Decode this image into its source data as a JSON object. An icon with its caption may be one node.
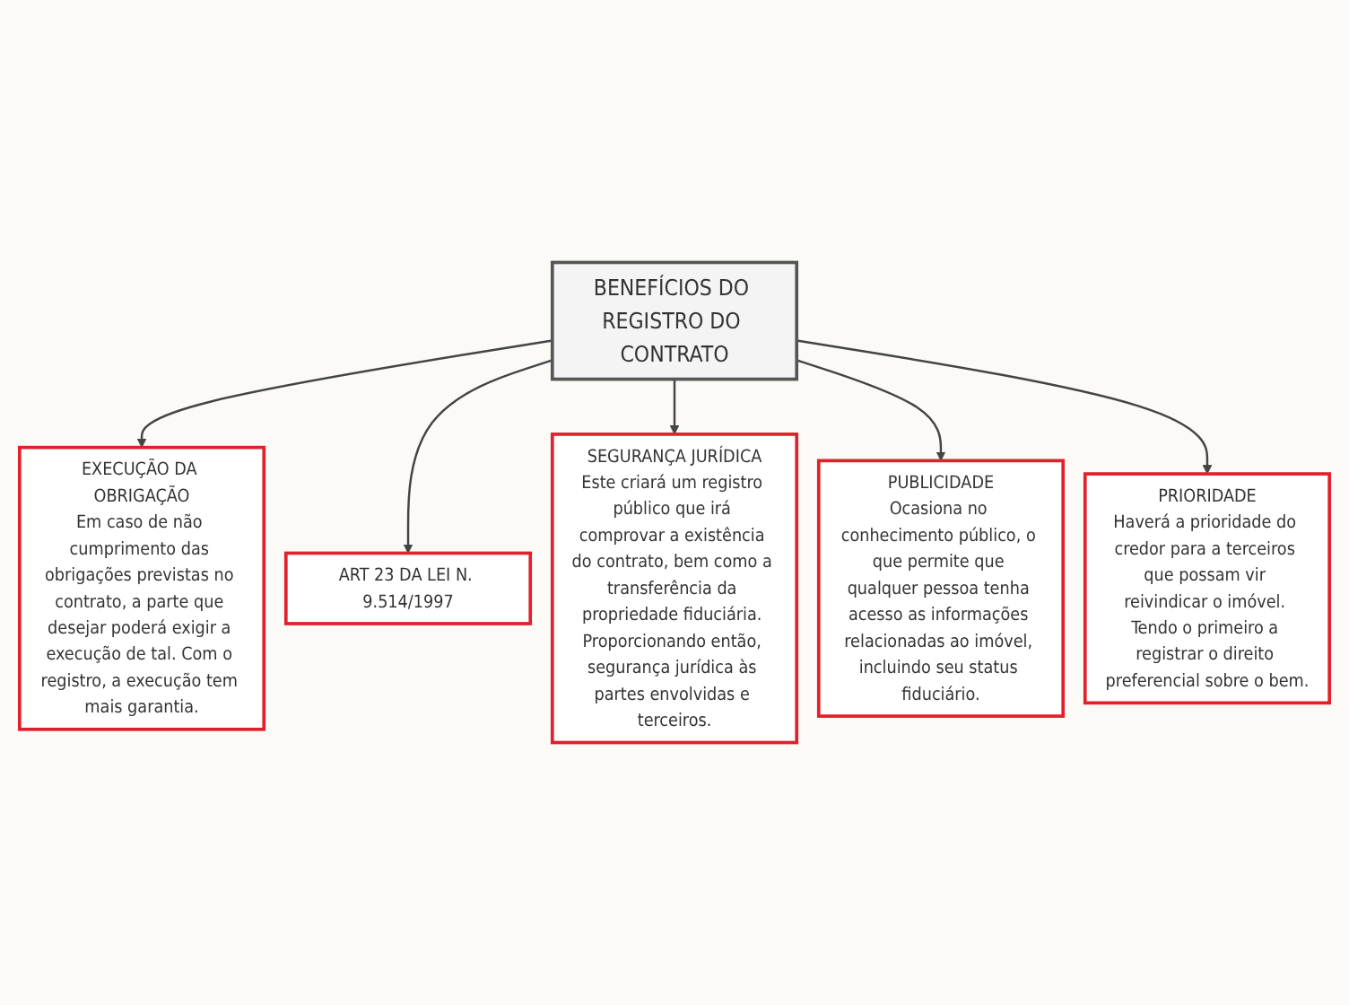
{
  "diagram": {
    "nodes": [
      {
        "text": [
          "EXECUÇÃO DA OBRIGAÇÃO",
          "Em caso de não cumprimento das obrigações previstas no contrato, a parte que desejar poderá exigir a execução de tal. Com o registro, a execução tem mais garantia."
        ]
      },
      {
        "text": [
          "ART 23 DA LEI N. 9.514/1997"
        ]
      },
      {
        "text": [
          "SEGURANÇA JURÍDICA",
          "Este criará um registro público que irá comprovar a existência do contrato, bem como a transferência da propriedade fiduciária. Proporcionando então, segurança jurídica às partes envolvidas e terceiros."
        ]
      },
      {
        "text": [
          "BENEFÍCIOS DO REGISTRO DO CONTRATO"
        ]
      },
      {
        "text": [
          "PUBLICIDADE",
          "Ocasiona no conhecimento público, o que permite que qualquer pessoa tenha acesso as informações relacionadas ao imóvel, incluindo seu status fiduciário."
        ]
      },
      {
        "text": [
          "PRIORIDADE",
          "Haverá a prioridade do credor para a terceiros que possam vir reivindicar o imóvel. Tendo o primeiro a registrar o direito preferencial sobre o bem."
        ]
      }
    ],
    "edges": [
      {
        "from": 3,
        "to": 0,
        "arrow": "to"
      },
      {
        "from": 3,
        "to": 1,
        "arrow": "to"
      },
      {
        "from": 3,
        "to": 2,
        "arrow": "to"
      },
      {
        "from": 3,
        "to": 4,
        "arrow": "to"
      },
      {
        "from": 3,
        "to": 5,
        "arrow": "to"
      }
    ]
  }
}
